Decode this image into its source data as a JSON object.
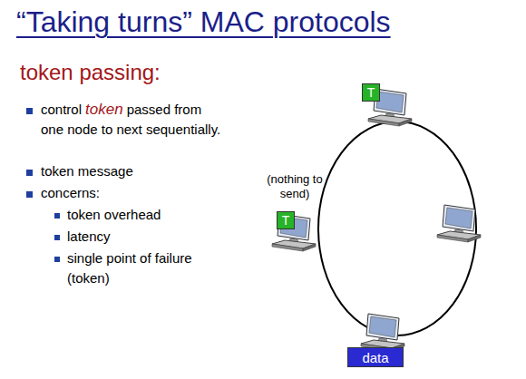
{
  "diagram": {
    "title": "“Taking turns” MAC protocols",
    "nodes": [
      {
        "text": [
          "T"
        ]
      },
      {
        "text": [
          "T"
        ]
      },
      {
        "text": [
          "data"
        ]
      }
    ],
    "labels": [
      "token passing:",
      "control",
      "token",
      "passed from one node to next sequentially.",
      "token message",
      "concerns:",
      "token overhead",
      "latency",
      "single point of failure (token)",
      "(nothing to send)"
    ]
  }
}
